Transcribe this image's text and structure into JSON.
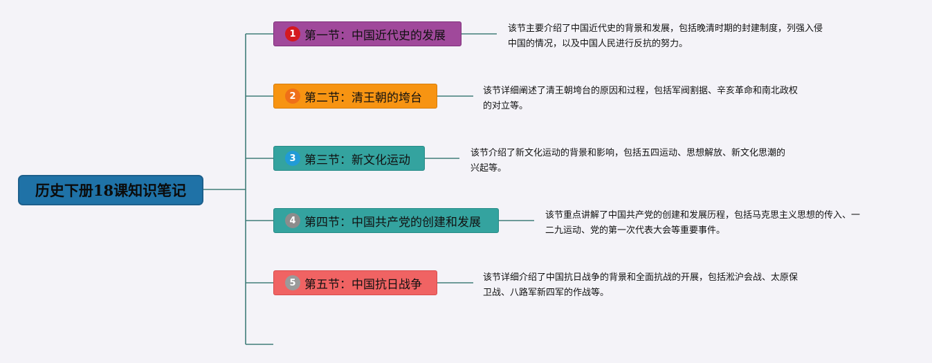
{
  "central_topic": "历史下册18课知识笔记",
  "topics": [
    {
      "number": "1",
      "label": "第一节：中国近代史的发展",
      "color": "#a0499b",
      "badge_color": "#d4191f",
      "description_lines": [
        "该节主要介绍了中国近代史的背景和发展，包括晚清时期的封建制度，列强入侵",
        "中国的情况，以及中国人民进行反抗的努力。"
      ]
    },
    {
      "number": "2",
      "label": "第二节：清王朝的垮台",
      "color": "#f79412",
      "badge_color": "#ef6f18",
      "description_lines": [
        "该节详细阐述了清王朝垮台的原因和过程，包括军阀割据、辛亥革命和南北政权",
        "的对立等。"
      ]
    },
    {
      "number": "3",
      "label": "第三节：新文化运动",
      "color": "#34a39f",
      "badge_color": "#219bd6",
      "description_lines": [
        "该节介绍了新文化运动的背景和影响，包括五四运动、思想解放、新文化思潮的",
        "兴起等。"
      ]
    },
    {
      "number": "4",
      "label": "第四节：中国共产党的创建和发展",
      "color": "#34a39f",
      "badge_color": "#8c8c8c",
      "description_lines": [
        "该节重点讲解了中国共产党的创建和发展历程，包括马克思主义思想的传入、一",
        "二九运动、党的第一次代表大会等重要事件。"
      ]
    },
    {
      "number": "5",
      "label": "第五节：中国抗日战争",
      "color": "#f06363",
      "badge_color": "#9a9a9a",
      "description_lines": [
        "该节详细介绍了中国抗日战争的背景和全面抗战的开展，包括淞沪会战、太原保",
        "卫战、八路军新四军的作战等。"
      ]
    }
  ],
  "colors": {
    "connector": "#3e7d78",
    "central_bg": "#1f72a7"
  }
}
